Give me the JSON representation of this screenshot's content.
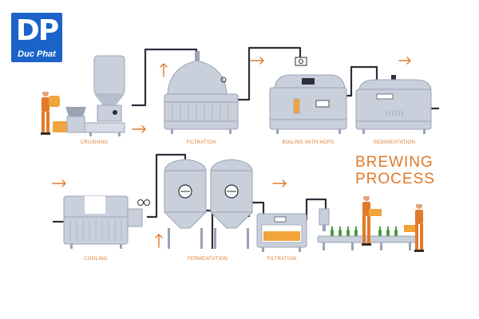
{
  "logo": {
    "letters": "DP",
    "caption": "Duc Phat"
  },
  "title": {
    "line1": "BREWING",
    "line2": "PROCESS"
  },
  "stages": {
    "crushing": "CRUSHING",
    "filtration_top": "FILTRATION",
    "boiling": "BOILING WITH HOPS",
    "sedimentation": "SEDIMENTATION",
    "cooling": "COOLING",
    "fermentation": "FERMENTATION",
    "filtration_bottom": "FILTRATION"
  },
  "colors": {
    "accent": "#e07a2a",
    "machine": "#c9cfdb",
    "machine_dark": "#9aa3b4",
    "pipe": "#2b2f3a",
    "logo": "#1b63c9",
    "beer": "#f2a33a",
    "bottle": "#4f9a45"
  }
}
